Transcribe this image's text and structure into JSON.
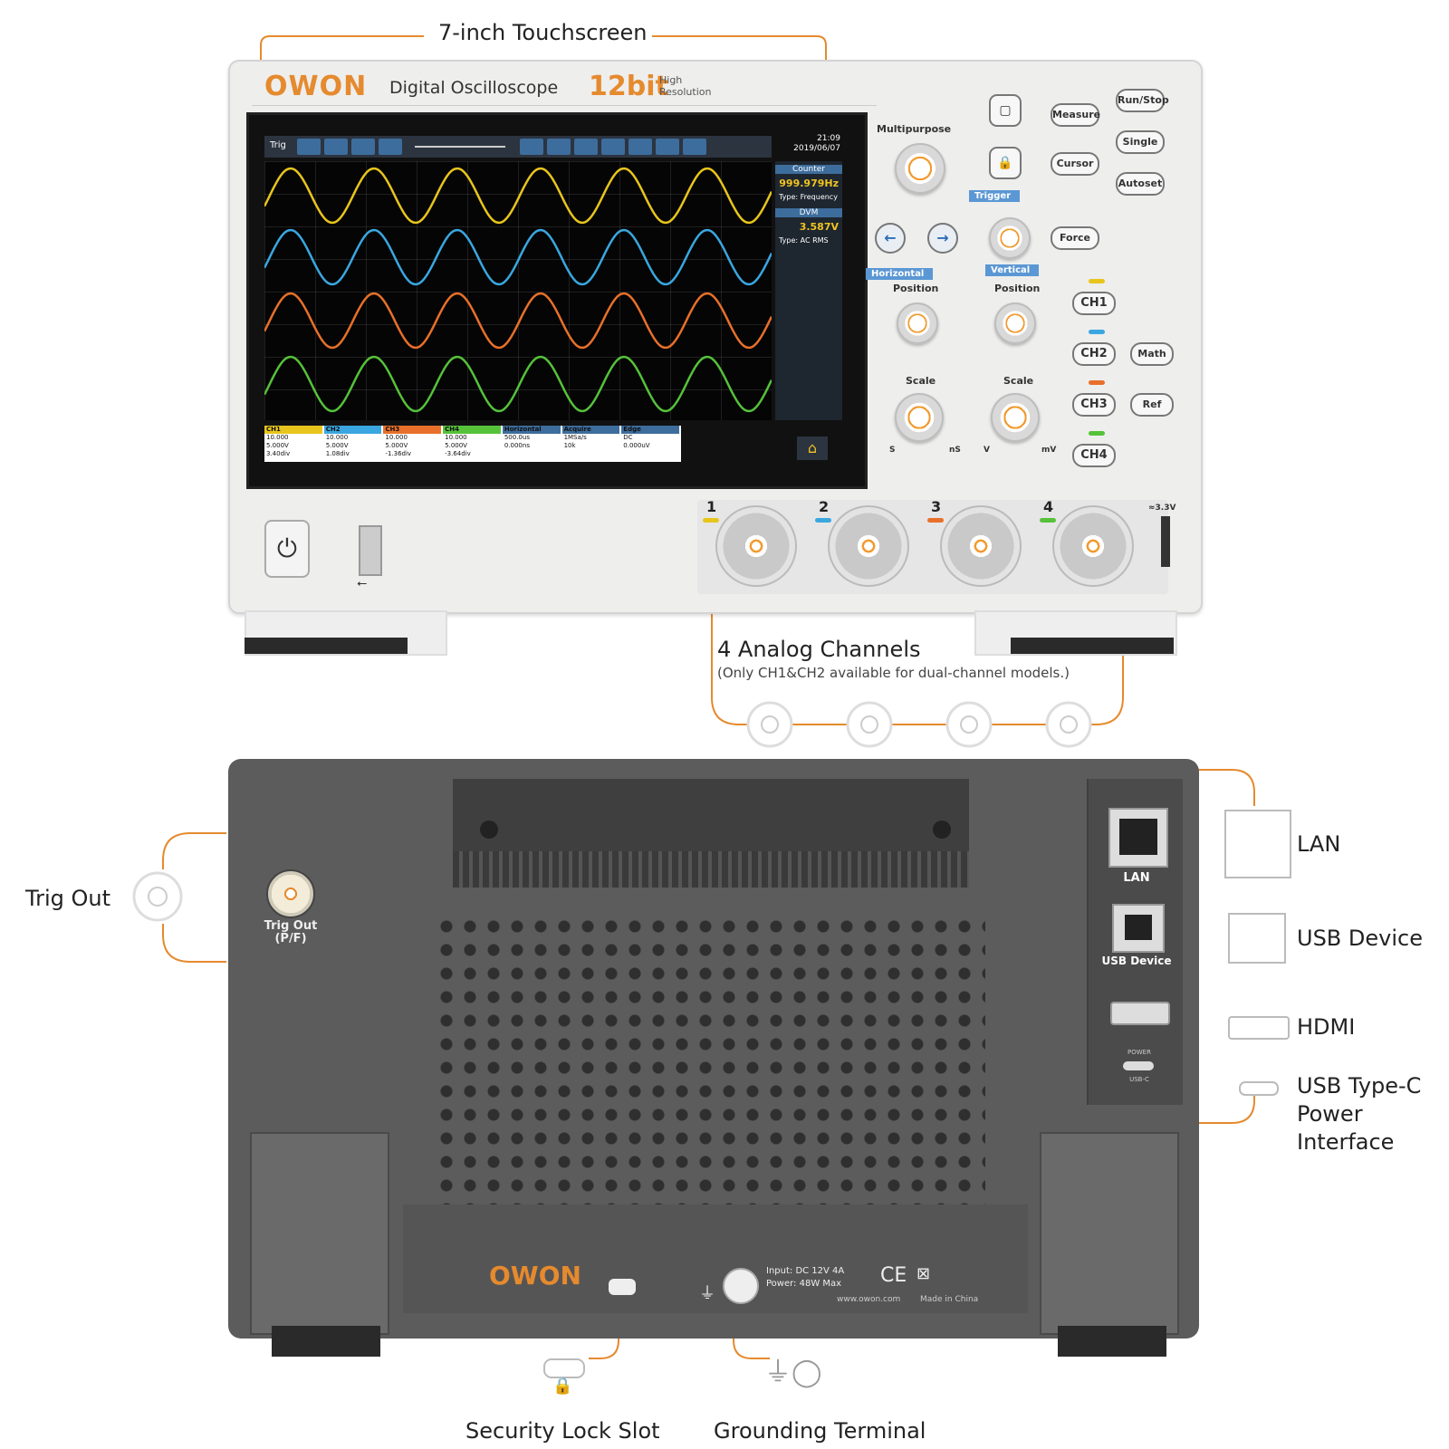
{
  "front": {
    "callout_touchscreen": "7-inch Touchscreen",
    "brand": "OWON",
    "model_name": "Digital Oscilloscope",
    "bit_label": "12bit",
    "bit_sub_1": "High",
    "bit_sub_2": "Resolution",
    "screen": {
      "trig_label": "Trig",
      "time": "21:09",
      "date": "2019/06/07",
      "counter_title": "Counter",
      "counter_value": "999.979Hz",
      "counter_type": "Type: Frequency",
      "dvm_title": "DVM",
      "dvm_value": "3.587V",
      "dvm_type": "Type: AC RMS",
      "status": [
        {
          "name": "CH1",
          "tag": "10.000",
          "l1": "5.000V",
          "l2": "3.40div"
        },
        {
          "name": "CH2",
          "tag": "10.000",
          "l1": "5.000V",
          "l2": "1.08div"
        },
        {
          "name": "CH3",
          "tag": "10.000",
          "l1": "5.000V",
          "l2": "-1.36div"
        },
        {
          "name": "CH4",
          "tag": "10.000",
          "l1": "5.000V",
          "l2": "-3.64div"
        },
        {
          "name": "Horizontal",
          "tag": "",
          "l1": "500.0us",
          "l2": "0.000ns"
        },
        {
          "name": "Acquire",
          "tag": "",
          "l1": "1MSa/s",
          "l2": "10k"
        },
        {
          "name": "Edge",
          "tag": "",
          "l1": "DC",
          "l2": "0.000uV"
        }
      ]
    },
    "controls": {
      "multipurpose": "Multipurpose",
      "measure": "Measure",
      "cursor": "Cursor",
      "run_stop": "Run/Stop",
      "single": "Single",
      "autoset": "Autoset",
      "trigger": "Trigger",
      "force": "Force",
      "horizontal": "Horizontal",
      "vertical": "Vertical",
      "position": "Position",
      "scale": "Scale",
      "ch1": "CH1",
      "ch2": "CH2",
      "ch3": "CH3",
      "ch4": "CH4",
      "math": "Math",
      "ref": "Ref",
      "s": "S",
      "ns": "nS",
      "v": "V",
      "mv": "mV"
    },
    "channels": [
      "1",
      "2",
      "3",
      "4"
    ],
    "trig_level": "≈3.3V",
    "callout_channels": "4 Analog Channels",
    "callout_channels_note": "(Only CH1&CH2 available for dual-channel models.)"
  },
  "rear": {
    "trig_out_label_1": "Trig Out",
    "trig_out_label_2": "(P/F)",
    "lan_port_label": "LAN",
    "usb_device_port_label": "USB Device",
    "power_label": "POWER",
    "usbc_label": "USB-C",
    "brand": "OWON",
    "input_text": "Input: DC 12V 4A",
    "power_text": "Power: 48W Max",
    "website": "www.owon.com",
    "made_in": "Made in China",
    "ce_mark": "CE"
  },
  "callouts": {
    "trig_out": "Trig Out",
    "lan": "LAN",
    "usb_device": "USB Device",
    "hdmi": "HDMI",
    "usbc_1": "USB Type-C",
    "usbc_2": "Power",
    "usbc_3": "Interface",
    "security_lock": "Security Lock Slot",
    "grounding": "Grounding Terminal"
  },
  "colors": {
    "accent": "#e58a2e",
    "ch1": "#e8c51c",
    "ch2": "#3aa7e0",
    "ch3": "#e8702a",
    "ch4": "#55c23a",
    "control_blue": "#5b97d4"
  }
}
